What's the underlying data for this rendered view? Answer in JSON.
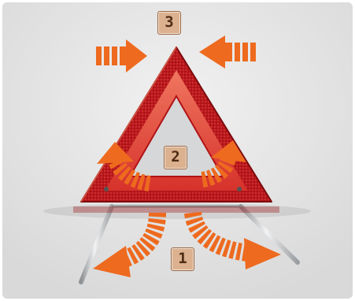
{
  "steps": [
    {
      "id": "step-3",
      "label": "3"
    },
    {
      "id": "step-2",
      "label": "2"
    },
    {
      "id": "step-1",
      "label": "1"
    }
  ],
  "colors": {
    "background": "#e9e9e9",
    "triangle_red": "#c0181c",
    "triangle_dark": "#7c0b0d",
    "triangle_light": "#e95a4c",
    "arrow_orange": "#ee6a1e",
    "badge_fill": "#dbb18f",
    "badge_border": "#9a6a48",
    "leg_metal": "#b9bcbf"
  },
  "icons": {
    "top_left_arrow": "arrow-right-icon",
    "top_right_arrow": "arrow-left-icon",
    "middle_left_arrow": "curved-arrow-up-left-icon",
    "middle_right_arrow": "curved-arrow-up-right-icon",
    "bottom_left_arrow": "curved-arrow-down-left-icon",
    "bottom_right_arrow": "curved-arrow-down-right-icon"
  }
}
